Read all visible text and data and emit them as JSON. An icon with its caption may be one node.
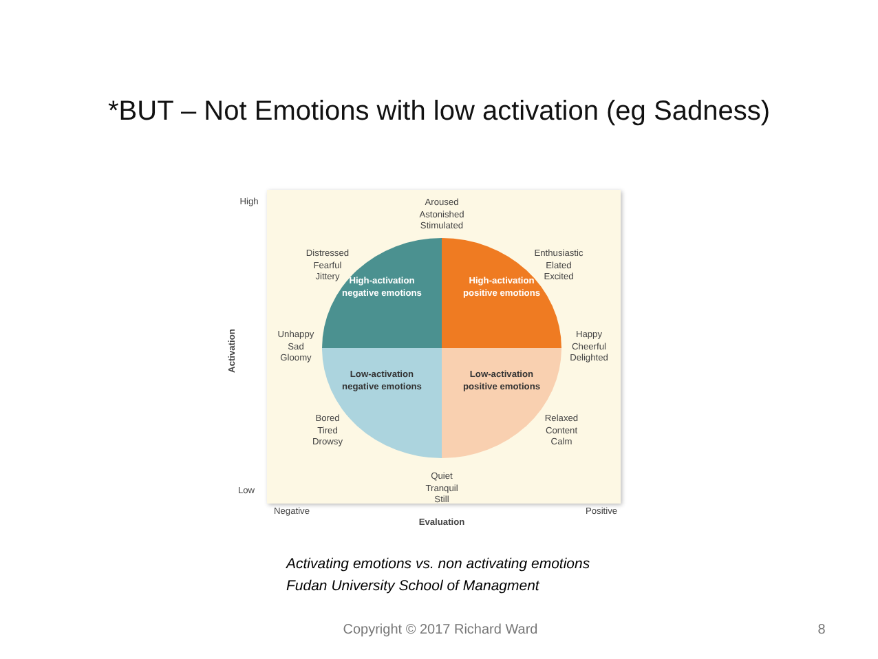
{
  "diagram": {
    "title": "*BUT – Not Emotions with low activation (eg Sadness)",
    "nodes": [
      {
        "text": [
          "High-activation negative emotions"
        ]
      },
      {
        "text": [
          "High-activation positive emotions"
        ]
      },
      {
        "text": [
          "Low-activation negative emotions"
        ]
      },
      {
        "text": [
          "Low-activation positive emotions"
        ]
      }
    ],
    "labels": [
      "High",
      "Aroused Astonished Stimulated",
      "Distressed Fearful Jittery",
      "Enthusiastic Elated Excited",
      "Activation",
      "Unhappy Sad Gloomy",
      "Happy Cheerful Delighted",
      "Bored Tired Drowsy",
      "Relaxed Content Calm",
      "Low",
      "Quiet Tranquil Still",
      "Negative",
      "Positive",
      "Evaluation",
      "Activating emotions vs. non activating emotions",
      "Fudan University School of Managment",
      "Copyright © 2017 Richard Ward",
      "8"
    ]
  }
}
